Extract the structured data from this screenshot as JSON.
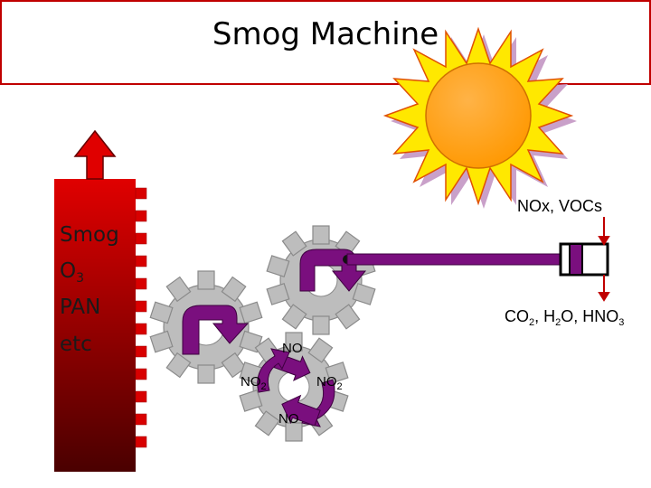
{
  "title": "Smog Machine",
  "stack": {
    "line1": "Smog",
    "line2_base": "O",
    "line2_sub": "3",
    "line3": "PAN",
    "line4": "etc"
  },
  "inputs_label": "NOx, VOCs",
  "outputs": {
    "co2_base": "CO",
    "co2_sub": "2",
    "h2o_base": ", H",
    "h2o_sub": "2",
    "h2o_tail": "O, HNO",
    "hno3_sub": "3"
  },
  "cycle": {
    "top": "NO",
    "left_base": "NO",
    "left_sub": "2",
    "right_base": "NO",
    "right_sub": "2",
    "bottom": "NO"
  },
  "colors": {
    "title_border": "#c00000",
    "stack_top": "#e00000",
    "stack_bottom": "#4a0000",
    "gear_fill": "#bdbdbd",
    "purple": "#7a0f7e",
    "sun_orange": "#ffa000",
    "sun_yellow": "#ffe800",
    "arrow_red": "#c00000"
  }
}
